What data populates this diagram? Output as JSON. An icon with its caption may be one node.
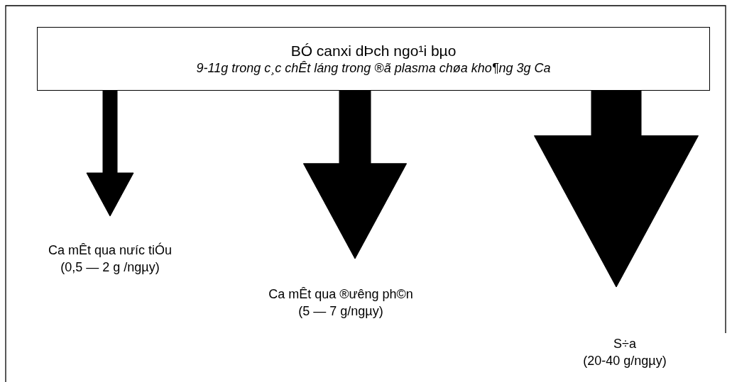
{
  "diagram": {
    "nodes": [
      {
        "text": [
          "BÓ canxi dÞch ngo¹i bµo",
          "9-11g trong c¸c chÊt láng trong ®ã plasma chøa kho¶ng 3g Ca"
        ]
      },
      {
        "text": [
          "Ca mÊt qua nưíc tiÓu",
          "(0,5 — 2 g /ngµy)"
        ]
      },
      {
        "text": [
          "Ca mÊt qua ®ưêng ph©n",
          "(5 — 7 g/ngµy)"
        ]
      },
      {
        "text": [
          "S÷a",
          "(20-40 g/ngµy)"
        ]
      }
    ],
    "edges": [
      {
        "from": 0,
        "to": 1,
        "arrow": "to"
      },
      {
        "from": 0,
        "to": 2,
        "arrow": "to"
      },
      {
        "from": 0,
        "to": 3,
        "arrow": "to"
      }
    ]
  }
}
